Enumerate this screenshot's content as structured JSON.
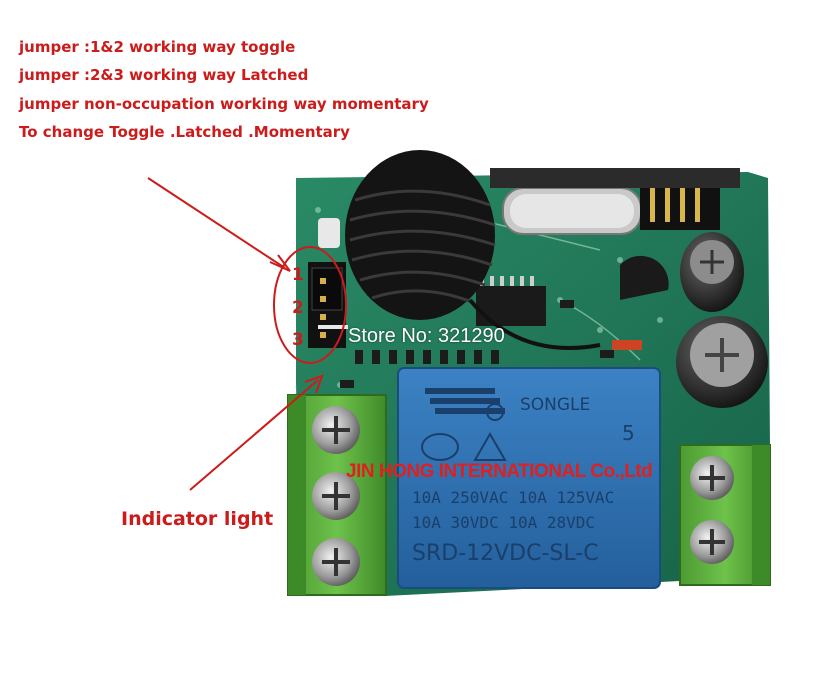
{
  "captions": [
    "jumper :1&2 working way toggle",
    "jumper :2&3 working way Latched",
    "jumper non-occupation working way momentary",
    "To change Toggle .Latched .Momentary"
  ],
  "indicator_label": "Indicator light",
  "jumper_pins": [
    "1",
    "2",
    "3"
  ],
  "watermarks": {
    "store": "Store No: 321290",
    "company": "JIN HONG INTERNATIONAL Co.,Ltd"
  },
  "relay": {
    "brand": "SONGLE",
    "number": "5",
    "rating_line_1": "10A 250VAC  10A 125VAC",
    "rating_line_2": "10A  30VDC  10A  28VDC",
    "model": "SRD-12VDC-SL-C"
  },
  "colors": {
    "annotation": "#cc1b1b",
    "pcb": "#1f7a5a",
    "relay": "#2f6fb3",
    "terminal": "#5aa83a",
    "antenna": "#1a1a1a"
  }
}
